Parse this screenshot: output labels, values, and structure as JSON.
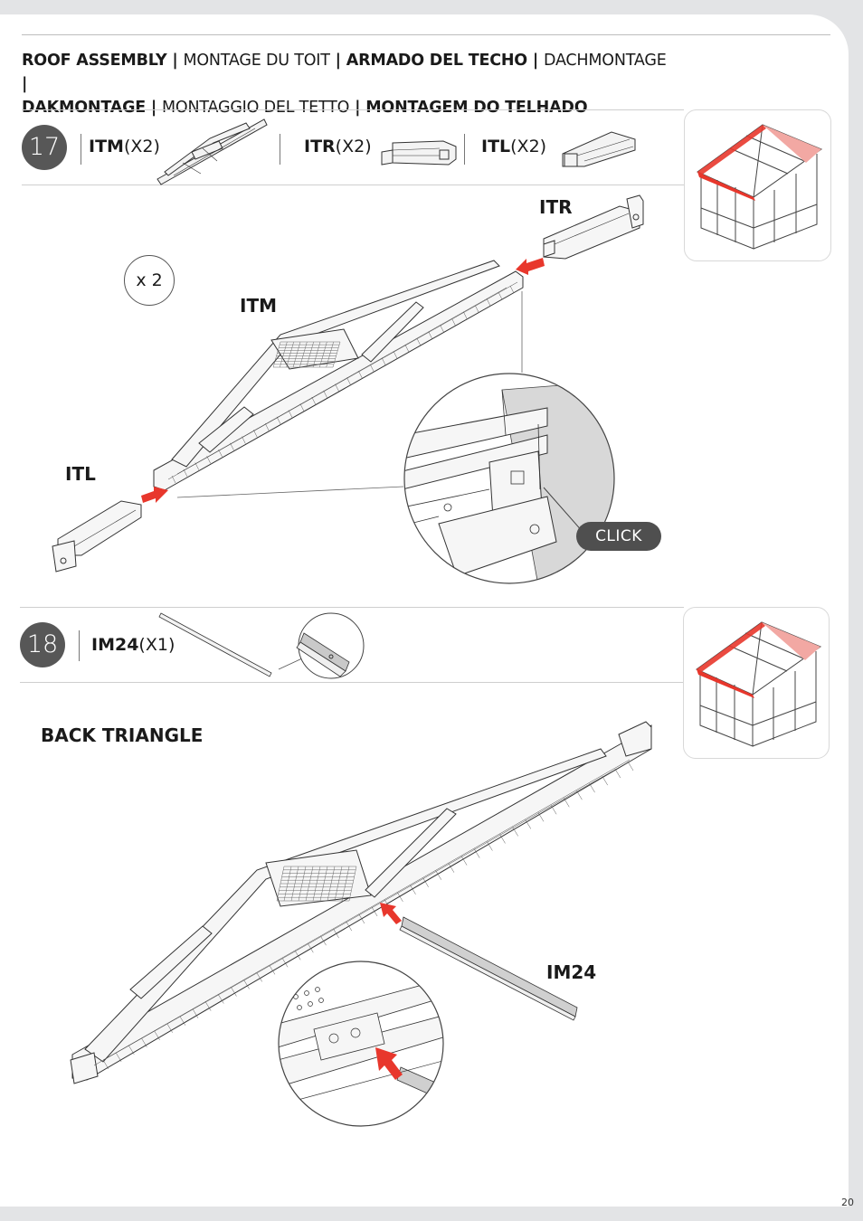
{
  "header": {
    "line1": [
      {
        "text": "ROOF ASSEMBLY",
        "bold": true
      },
      {
        "text": " | ",
        "bold": true
      },
      {
        "text": "MONTAGE DU TOIT",
        "bold": false
      },
      {
        "text": " | ",
        "bold": true
      },
      {
        "text": "ARMADO DEL TECHO",
        "bold": true
      },
      {
        "text": " | ",
        "bold": true
      },
      {
        "text": "DACHMONTAGE",
        "bold": false
      },
      {
        "text": " |",
        "bold": true
      }
    ],
    "line2": [
      {
        "text": "DAKMONTAGE",
        "bold": true
      },
      {
        "text": " | ",
        "bold": true
      },
      {
        "text": "MONTAGGIO DEL TETTO",
        "bold": false
      },
      {
        "text": " | ",
        "bold": true
      },
      {
        "text": "MONTAGEM DO TELHADO",
        "bold": true
      }
    ]
  },
  "step17": {
    "number": "17",
    "parts": [
      {
        "code": "ITM",
        "qty": "(X2)"
      },
      {
        "code": "ITR",
        "qty": "(X2)"
      },
      {
        "code": "ITL",
        "qty": "(X2)"
      }
    ],
    "multiplier": "x 2",
    "labels": {
      "itr": "ITR",
      "itm": "ITM",
      "itl": "ITL"
    },
    "callout": "CLICK"
  },
  "step18": {
    "number": "18",
    "part": {
      "code": "IM24",
      "qty": "(X1)"
    },
    "section_title": "BACK TRIANGLE",
    "label_im24": "IM24"
  },
  "colors": {
    "accent": "#e8372c",
    "step_circle": "#575757",
    "callout": "#4f4f4f"
  },
  "page_number": "20"
}
